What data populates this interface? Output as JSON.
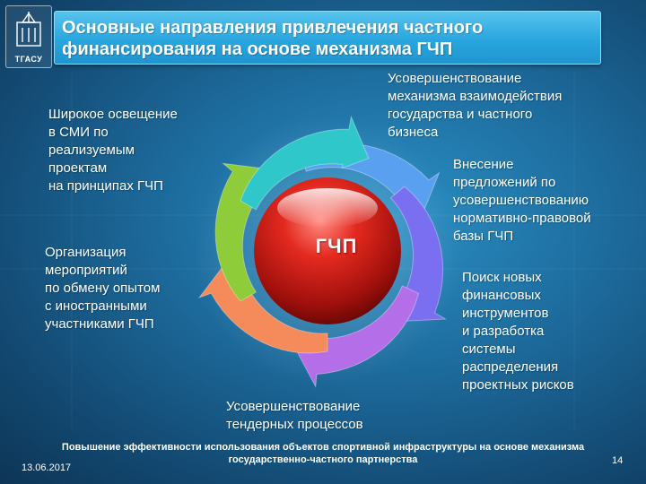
{
  "logo": {
    "text": "ТГАСУ"
  },
  "title": "Основные направления привлечения частного финансирования на основе механизма ГЧП",
  "center": {
    "label": "ГЧП"
  },
  "directions": [
    {
      "text": "Усовершенствование\nмеханизма взаимодействия\nгосударства и частного\nбизнеса",
      "color": "#5aa0f0"
    },
    {
      "text": "Внесение\nпредложений по\nусовершенствованию\nнормативно-правовой\nбазы ГЧП",
      "color": "#7a6ff0"
    },
    {
      "text": "Поиск новых\nфинансовых\nинструментов\n и разработка\nсистемы\nраспределения\nпроектных рисков",
      "color": "#b46fe8"
    },
    {
      "text": "Усовершенствование\nтендерных процессов",
      "color": "#f58a5a"
    },
    {
      "text": "Организация\nмероприятий\nпо обмену опытом\nс иностранными\nучастниками ГЧП",
      "color": "#8fcc3a"
    },
    {
      "text": "Широкое освещение\nв СМИ по\nреализуемым\nпроектам\nна принципах ГЧП",
      "color": "#2fc7c9"
    }
  ],
  "footer": "Повышение эффективности использования объектов спортивной инфраструктуры на основе механизма государственно-частного партнерства",
  "date": "13.06.2017",
  "page_number": "14"
}
